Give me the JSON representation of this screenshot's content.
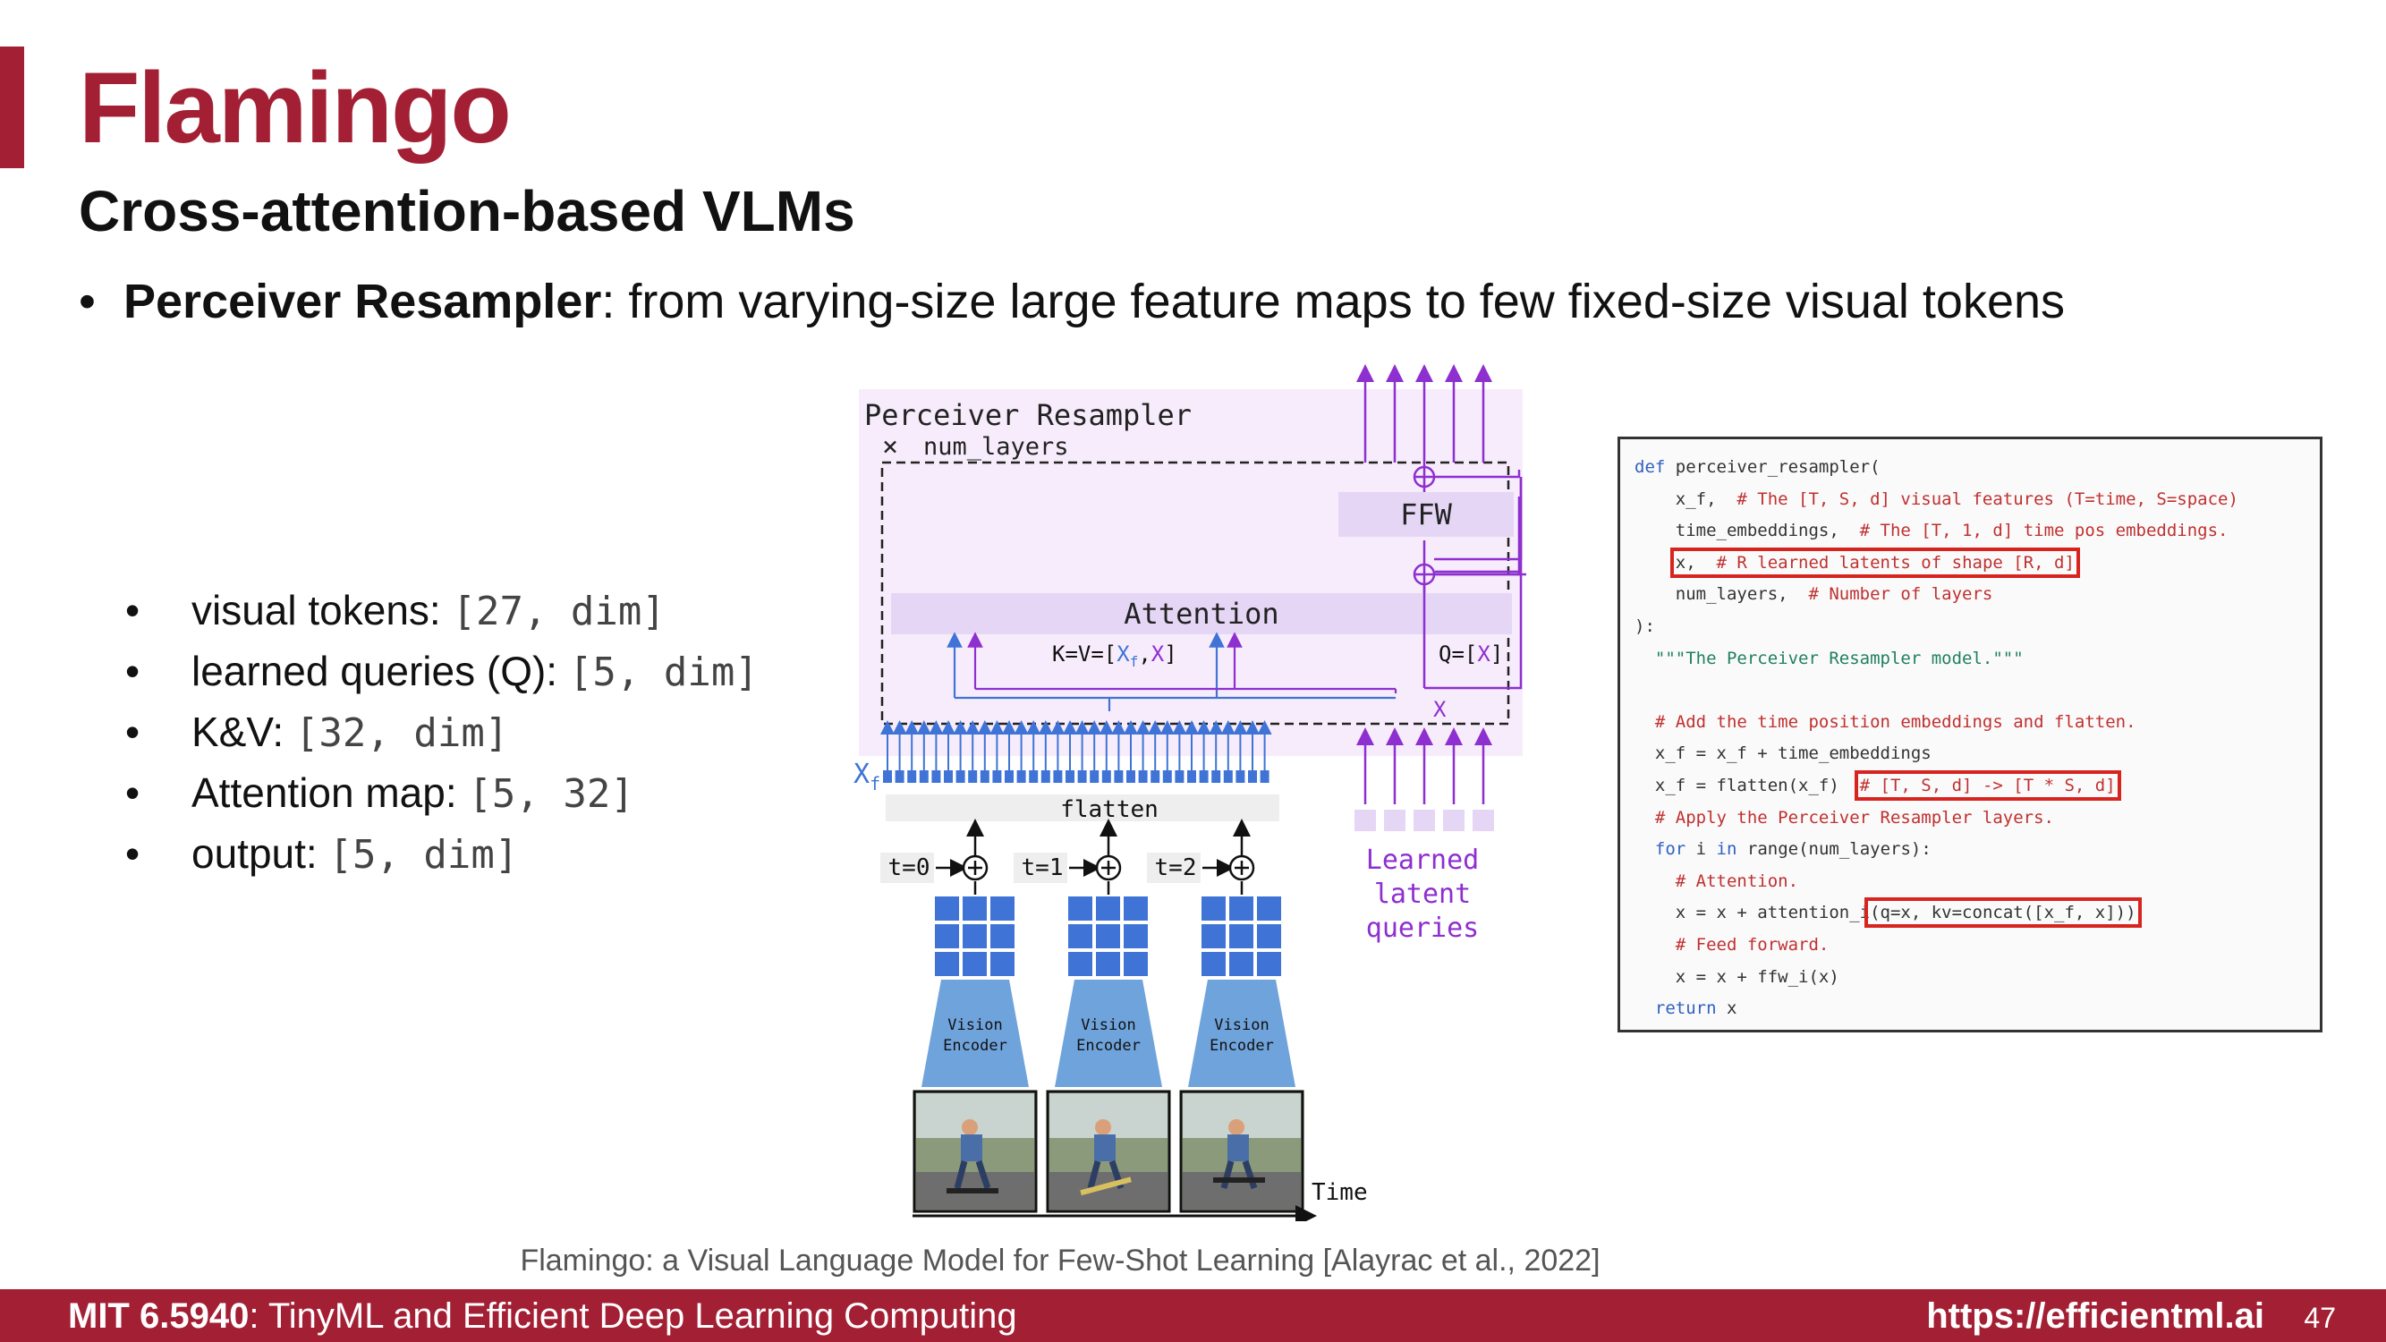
{
  "slide": {
    "title": "Flamingo",
    "subtitle": "Cross-attention-based VLMs",
    "bullet_bold": "Perceiver Resampler",
    "bullet_rest": ": from varying-size large feature maps to few fixed-size visual tokens",
    "sub_bullets": [
      {
        "label": "visual tokens: ",
        "value": "[27, dim]"
      },
      {
        "label": "learned queries (Q): ",
        "value": "[5, dim]"
      },
      {
        "label": "K&V: ",
        "value": "[32, dim]"
      },
      {
        "label": "Attention map: ",
        "value": "[5, 32]"
      },
      {
        "label": "output: ",
        "value": "[5, dim]"
      }
    ],
    "caption": "Flamingo: a Visual Language Model for Few-Shot Learning [Alayrac et al., 2022]",
    "page_number": "47"
  },
  "diagram": {
    "block_title": "Perceiver Resampler",
    "num_layers": "num_layers",
    "times_symbol": "×",
    "ffw": "FFW",
    "attention": "Attention",
    "kv_label_prefix": "K=V=[",
    "kv_xf": "X",
    "kv_sub": "f",
    "kv_comma": ",",
    "kv_x": "X",
    "kv_suffix": "]",
    "q_label_prefix": "Q=[",
    "q_x": "X",
    "q_suffix": "]",
    "x_label": "X",
    "xf_label": "X",
    "xf_sub": "f",
    "flatten": "flatten",
    "time_labels": [
      "t=0",
      "t=1",
      "t=2"
    ],
    "vision_encoder_line1": "Vision",
    "vision_encoder_line2": "Encoder",
    "learned_latent_lines": [
      "Learned",
      "latent",
      "queries"
    ],
    "time_axis": "Time",
    "colors": {
      "purple": "#8e2fd0",
      "blue": "#3f74d6",
      "panel": "#f7ecfb",
      "box": "#e6d6f6",
      "encoder": "#6fa3dc"
    }
  },
  "code": {
    "lines": [
      {
        "segments": [
          {
            "t": "def ",
            "c": "kw"
          },
          {
            "t": "perceiver_resampler(",
            "c": ""
          }
        ]
      },
      {
        "segments": [
          {
            "t": "    x_f,  ",
            "c": ""
          },
          {
            "t": "# The [T, S, d] visual features (T=time, S=space)",
            "c": "cm"
          }
        ]
      },
      {
        "segments": [
          {
            "t": "    time_embeddings,  ",
            "c": ""
          },
          {
            "t": "# The [T, 1, d] time pos embeddings.",
            "c": "cm"
          }
        ]
      },
      {
        "segments": [
          {
            "t": "    ",
            "c": ""
          },
          {
            "t": "x,  ",
            "c": "",
            "hl": true
          },
          {
            "t": "# R learned latents of shape [R, d]",
            "c": "cm",
            "hl": true
          }
        ]
      },
      {
        "segments": [
          {
            "t": "    num_layers,  ",
            "c": ""
          },
          {
            "t": "# Number of layers",
            "c": "cm"
          }
        ]
      },
      {
        "segments": [
          {
            "t": "):",
            "c": ""
          }
        ]
      },
      {
        "segments": [
          {
            "t": "  \"\"\"The Perceiver Resampler model.\"\"\"",
            "c": "st"
          }
        ]
      },
      {
        "segments": [
          {
            "t": "",
            "c": ""
          }
        ]
      },
      {
        "segments": [
          {
            "t": "  # Add the time position embeddings and flatten.",
            "c": "cm"
          }
        ]
      },
      {
        "segments": [
          {
            "t": "  x_f = x_f + time_embeddings",
            "c": ""
          }
        ]
      },
      {
        "segments": [
          {
            "t": "  x_f = flatten(x_f)  ",
            "c": ""
          },
          {
            "t": "# [T, S, d] -> [T * S, d]",
            "c": "cm",
            "hl": true
          }
        ]
      },
      {
        "segments": [
          {
            "t": "  # Apply the Perceiver Resampler layers.",
            "c": "cm"
          }
        ]
      },
      {
        "segments": [
          {
            "t": "  ",
            "c": ""
          },
          {
            "t": "for ",
            "c": "kw"
          },
          {
            "t": "i ",
            "c": ""
          },
          {
            "t": "in ",
            "c": "kw"
          },
          {
            "t": "range(num_layers):",
            "c": ""
          }
        ]
      },
      {
        "segments": [
          {
            "t": "    # Attention.",
            "c": "cm"
          }
        ]
      },
      {
        "segments": [
          {
            "t": "    x = x + attention_i",
            "c": ""
          },
          {
            "t": "(q=x, kv=concat([x_f, x]))",
            "c": "",
            "hl": true
          }
        ]
      },
      {
        "segments": [
          {
            "t": "    # Feed forward.",
            "c": "cm"
          }
        ]
      },
      {
        "segments": [
          {
            "t": "    x = x + ffw_i(x)",
            "c": ""
          }
        ]
      },
      {
        "segments": [
          {
            "t": "  ",
            "c": ""
          },
          {
            "t": "return ",
            "c": "kw"
          },
          {
            "t": "x",
            "c": ""
          }
        ]
      }
    ]
  },
  "footer": {
    "course_bold": "MIT 6.5940",
    "course_rest": ": TinyML and Efficient Deep Learning Computing",
    "url": "https://efficientml.ai"
  }
}
